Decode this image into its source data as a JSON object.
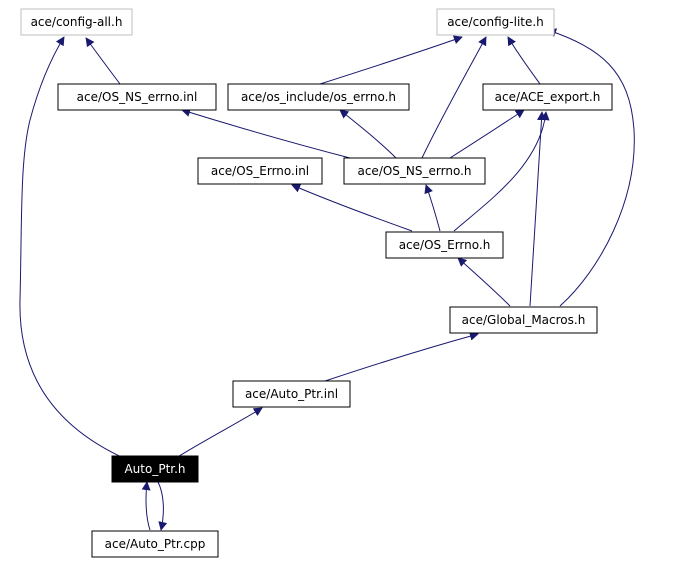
{
  "colors": {
    "background": "#ffffff",
    "edge": "#191970",
    "arrow": "#191970",
    "box_border": "#000000",
    "box_border_external": "#bfbfbf",
    "highlight_fill": "#000000",
    "highlight_text": "#ffffff",
    "text": "#000000"
  },
  "nodes": {
    "config_all": {
      "label": "ace/config-all.h"
    },
    "config_lite": {
      "label": "ace/config-lite.h"
    },
    "os_ns_errno_inl": {
      "label": "ace/OS_NS_errno.inl"
    },
    "os_include_os_errno": {
      "label": "ace/os_include/os_errno.h"
    },
    "ace_export": {
      "label": "ace/ACE_export.h"
    },
    "os_errno_inl": {
      "label": "ace/OS_Errno.inl"
    },
    "os_ns_errno_h": {
      "label": "ace/OS_NS_errno.h"
    },
    "os_errno_h": {
      "label": "ace/OS_Errno.h"
    },
    "global_macros": {
      "label": "ace/Global_Macros.h"
    },
    "auto_ptr_inl": {
      "label": "ace/Auto_Ptr.inl"
    },
    "auto_ptr_h": {
      "label": "Auto_Ptr.h"
    },
    "auto_ptr_cpp": {
      "label": "ace/Auto_Ptr.cpp"
    }
  }
}
